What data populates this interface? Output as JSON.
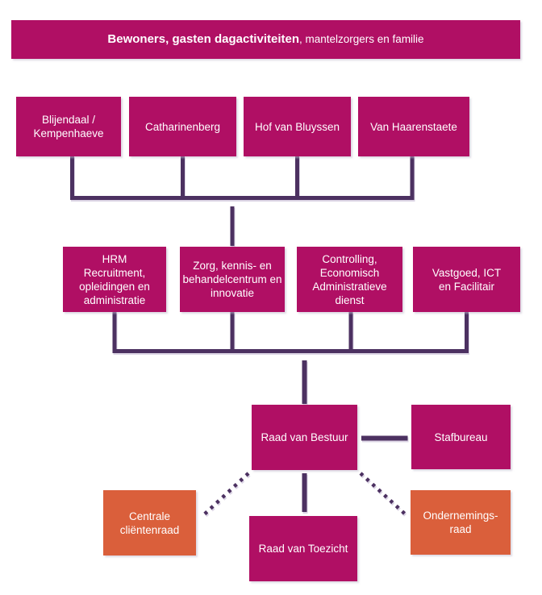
{
  "banner": {
    "title_bold": "Bewoners, gasten dagactiviteiten",
    "title_regular": ", mantelzorgers en familie"
  },
  "locations": [
    "Blijendaal /\nKempenhaeve",
    "Catharinenberg",
    "Hof van Bluyssen",
    "Van Haarenstaete"
  ],
  "departments": [
    "HRM\nRecruitment,\nopleidingen en\nadministratie",
    "Zorg, kennis- en\nbehandelcentrum en\ninnovatie",
    "Controlling,\nEconomisch\nAdministratieve\ndienst",
    "Vastgoed, ICT\nen Facilitair"
  ],
  "governance": {
    "raad_van_bestuur": "Raad van Bestuur",
    "stafbureau": "Stafbureau",
    "centrale_clientenraad": "Centrale\ncliëntenraad",
    "ondernemingsraad": "Ondernemings-\nraad",
    "raad_van_toezicht": "Raad van Toezicht"
  },
  "colors": {
    "magenta": "#B00F64",
    "orange": "#DA5F3B",
    "purple": "#4C3161",
    "background": "#FFFFFF",
    "text": "#FFFFFF"
  }
}
